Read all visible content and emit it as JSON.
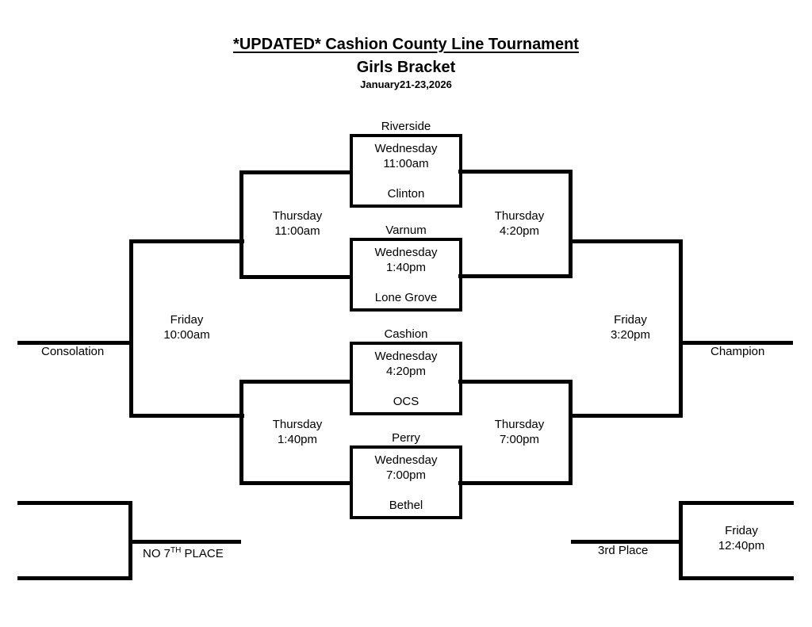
{
  "header": {
    "title": "*UPDATED* Cashion County Line Tournament",
    "subtitle": "Girls Bracket",
    "dates": "January21-23,2026"
  },
  "colors": {
    "line": "#000000",
    "background": "#ffffff",
    "text": "#000000"
  },
  "bracket": {
    "round1": [
      {
        "id": "game-1",
        "team_top": "Riverside",
        "team_bottom": "Clinton",
        "day": "Wednesday",
        "time": "11:00am"
      },
      {
        "id": "game-2",
        "team_top": "Varnum",
        "team_bottom": "Lone Grove",
        "day": "Wednesday",
        "time": "1:40pm"
      },
      {
        "id": "game-3",
        "team_top": "Cashion",
        "team_bottom": "OCS",
        "day": "Wednesday",
        "time": "4:20pm"
      },
      {
        "id": "game-4",
        "team_top": "Perry",
        "team_bottom": "Bethel",
        "day": "Wednesday",
        "time": "7:00pm"
      }
    ],
    "winners_semifinal_top": {
      "id": "winners-semi-top",
      "day": "Thursday",
      "time": "4:20pm"
    },
    "winners_semifinal_bottom": {
      "id": "winners-semi-bottom",
      "day": "Thursday",
      "time": "7:00pm"
    },
    "championship": {
      "id": "championship",
      "day": "Friday",
      "time": "3:20pm",
      "slot_label": "Champion"
    },
    "losers_semifinal_top": {
      "id": "losers-semi-top",
      "day": "Thursday",
      "time": "11:00am"
    },
    "losers_semifinal_bottom": {
      "id": "losers-semi-bottom",
      "day": "Thursday",
      "time": "1:40pm"
    },
    "consolation": {
      "id": "consolation-final",
      "day": "Friday",
      "time": "10:00am",
      "slot_label": "Consolation"
    },
    "seventh_place": {
      "id": "seventh-place",
      "label_prefix": "NO 7",
      "label_sup": "TH",
      "label_suffix": " PLACE"
    },
    "third_place": {
      "id": "third-place",
      "slot_label": "3rd Place",
      "day": "Friday",
      "time": "12:40pm"
    }
  }
}
